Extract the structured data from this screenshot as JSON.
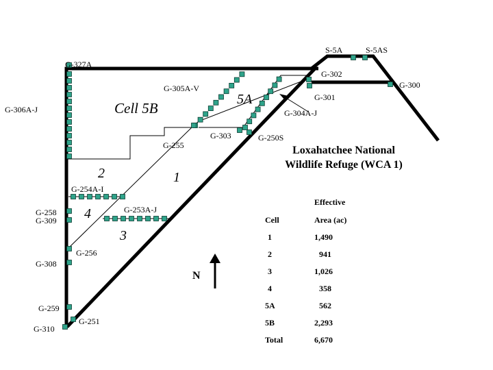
{
  "cells": {
    "c5b": "Cell 5B",
    "c5a": "5A",
    "c1": "1",
    "c2": "2",
    "c3": "3",
    "c4": "4"
  },
  "structures": {
    "g327a": "G-327A",
    "g306aj": "G-306A-J",
    "g305av": "G-305A-V",
    "g302": "G-302",
    "g301": "G-301",
    "g304aj": "G-304A-J",
    "g303": "G-303",
    "g250s": "G-250S",
    "g255": "G-255",
    "g254ai": "G-254A-I",
    "g253aj": "G-253A-J",
    "g258": "G-258",
    "g309": "G-309",
    "g256": "G-256",
    "g308": "G-308",
    "g259": "G-259",
    "g251": "G-251",
    "g310": "G-310",
    "s5a": "S-5A",
    "s5as": "S-5AS",
    "g300": "G-300"
  },
  "refuge": {
    "line1": "Loxahatchee National",
    "line2": "Wildlife Refuge (WCA 1)"
  },
  "north_label": "N",
  "area_table": {
    "header_top": "Effective",
    "col_cell": "Cell",
    "col_area": "Area (ac)",
    "rows": [
      {
        "cell": "1",
        "area": "1,490"
      },
      {
        "cell": "2",
        "area": "941"
      },
      {
        "cell": "3",
        "area": "1,026"
      },
      {
        "cell": "4",
        "area": "358"
      },
      {
        "cell": "5A",
        "area": "562"
      },
      {
        "cell": "5B",
        "area": "2,293"
      },
      {
        "cell": "Total",
        "area": "6,670"
      }
    ]
  },
  "colors": {
    "gate_fill": "#2fa38a",
    "line": "#000000",
    "background": "#ffffff"
  }
}
